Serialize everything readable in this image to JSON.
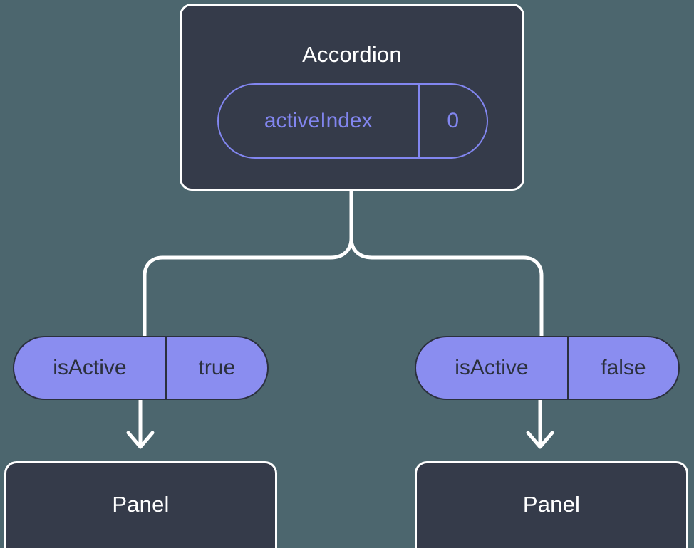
{
  "diagram": {
    "type": "component-state-tree",
    "background_color": "#4c666e",
    "node_fill": "#353b4a",
    "node_border": "#ffffff",
    "accent_outline": "#8286f0",
    "accent_fill": "#8a8df0",
    "pill_text_dark": "#2b303d",
    "connector_color": "#ffffff"
  },
  "root": {
    "title": "Accordion",
    "state_pill": {
      "key": "activeIndex",
      "value": "0"
    }
  },
  "branches": [
    {
      "side": "left",
      "prop_pill": {
        "key": "isActive",
        "value": "true"
      },
      "child": {
        "title": "Panel"
      }
    },
    {
      "side": "right",
      "prop_pill": {
        "key": "isActive",
        "value": "false"
      },
      "child": {
        "title": "Panel"
      }
    }
  ]
}
